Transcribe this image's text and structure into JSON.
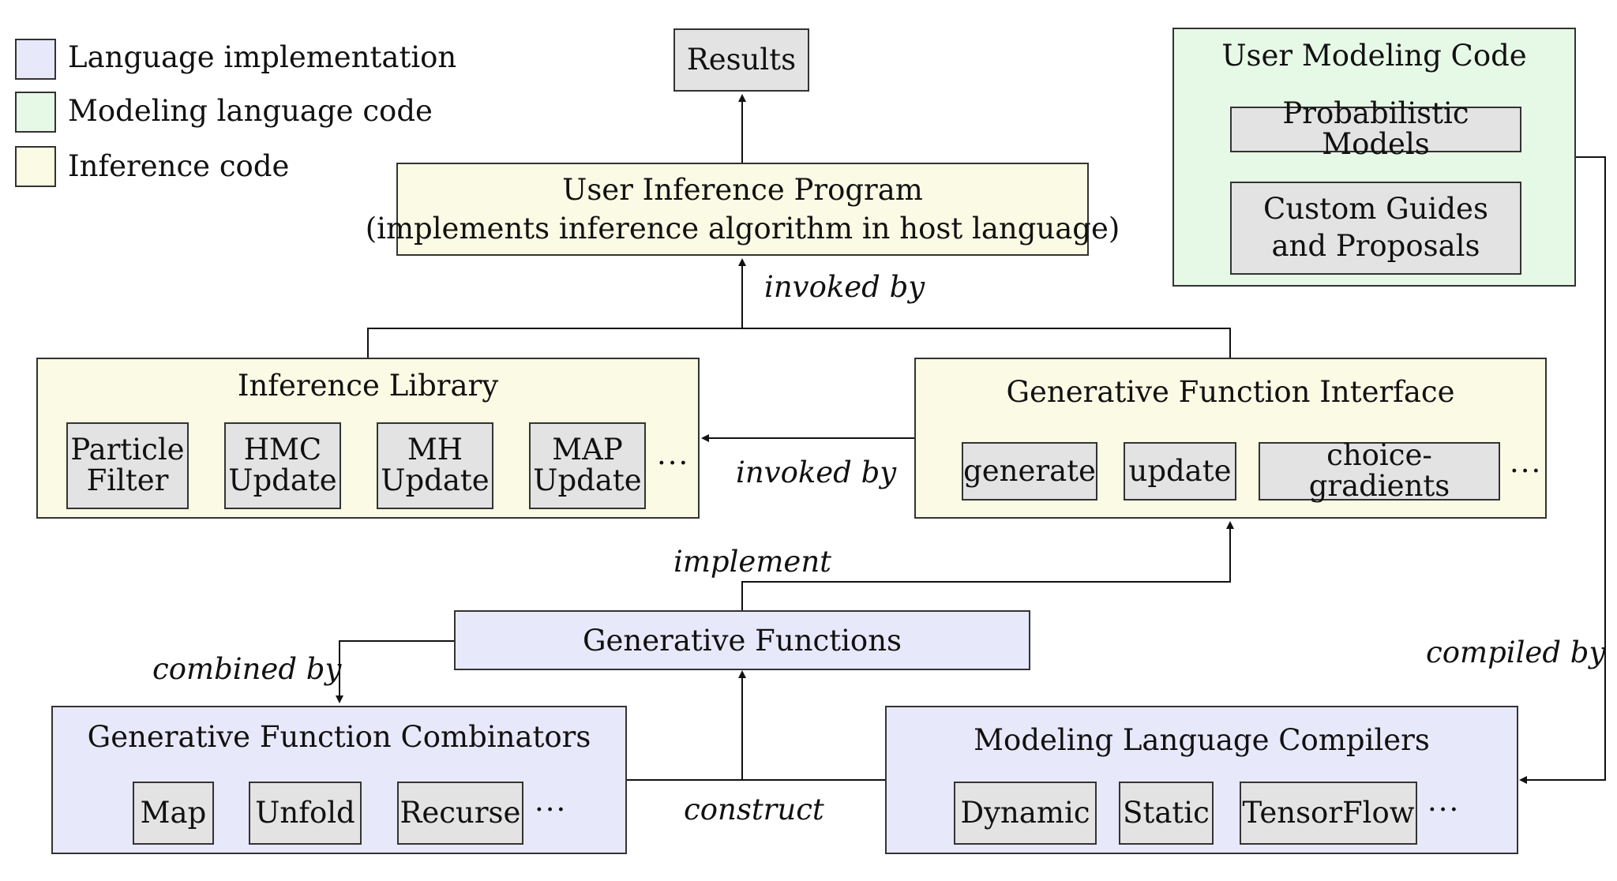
{
  "legend": [
    {
      "label": "Language implementation",
      "color": "#e8e8fb"
    },
    {
      "label": "Modeling language code",
      "color": "#e6f8e6"
    },
    {
      "label": "Inference code",
      "color": "#fbfae4"
    }
  ],
  "results": "Results",
  "user_inference": {
    "line1": "User Inference Program",
    "line2": "(implements inference algorithm in host language)"
  },
  "user_modeling": {
    "title": "User Modeling Code",
    "probabilistic_models": "Probabilistic Models",
    "custom_line1": "Custom Guides",
    "custom_line2": "and Proposals"
  },
  "inference_library": {
    "title": "Inference Library",
    "items": [
      {
        "line1": "Particle",
        "line2": "Filter"
      },
      {
        "line1": "HMC",
        "line2": "Update"
      },
      {
        "line1": "MH",
        "line2": "Update"
      },
      {
        "line1": "MAP",
        "line2": "Update"
      }
    ],
    "ellipsis": "···"
  },
  "gfi": {
    "title": "Generative Function Interface",
    "items": [
      "generate",
      "update",
      "choice-gradients"
    ],
    "ellipsis": "···"
  },
  "generative_functions": "Generative Functions",
  "combinators": {
    "title": "Generative Function Combinators",
    "items": [
      "Map",
      "Unfold",
      "Recurse"
    ],
    "ellipsis": "···"
  },
  "compilers": {
    "title": "Modeling Language Compilers",
    "items": [
      "Dynamic",
      "Static",
      "TensorFlow"
    ],
    "ellipsis": "···"
  },
  "edges": {
    "invoked_by_top": "invoked by",
    "invoked_by_mid": "invoked by",
    "implement": "implement",
    "combined_by": "combined by",
    "compiled_by": "compiled by",
    "construct": "construct"
  }
}
